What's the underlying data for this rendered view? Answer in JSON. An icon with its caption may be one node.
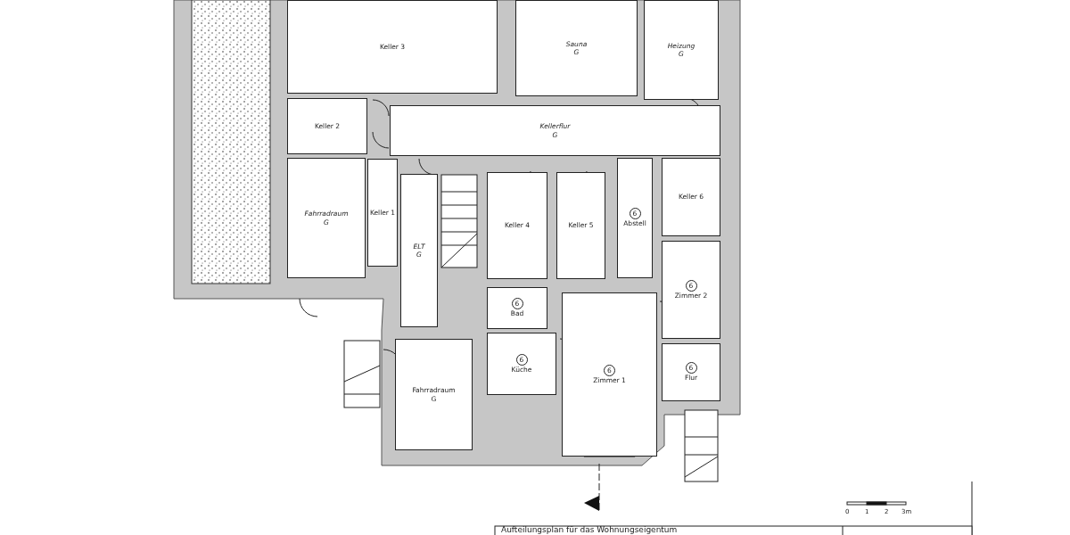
{
  "diagram": {
    "nodes": [
      {
        "text": [
          "Keller 3"
        ]
      },
      {
        "text": [
          "Sauna",
          "G"
        ]
      },
      {
        "text": [
          "Heizung",
          "G"
        ]
      },
      {
        "text": [
          "Keller 2"
        ]
      },
      {
        "text": [
          "Kellerflur",
          "G"
        ]
      },
      {
        "text": [
          "Fahrradraum",
          "G"
        ]
      },
      {
        "text": [
          "Keller 1"
        ]
      },
      {
        "text": [
          "ELT",
          "G"
        ]
      },
      {
        "text": [
          "Keller 4"
        ]
      },
      {
        "text": [
          "Keller 5"
        ]
      },
      {
        "text": [
          "6",
          "Abstell"
        ]
      },
      {
        "text": [
          "Keller 6"
        ]
      },
      {
        "text": [
          "6",
          "Zimmer 2"
        ]
      },
      {
        "text": [
          "6",
          "Bad"
        ]
      },
      {
        "text": [
          "6",
          "Küche"
        ]
      },
      {
        "text": [
          "6",
          "Zimmer 1"
        ]
      },
      {
        "text": [
          "6",
          "Flur"
        ]
      },
      {
        "text": [
          "Fahrradraum",
          "G"
        ]
      }
    ],
    "labels": [
      "0",
      "1",
      "2",
      "3m",
      "Aufteilungsplan für das Wohnungseigentum"
    ]
  }
}
